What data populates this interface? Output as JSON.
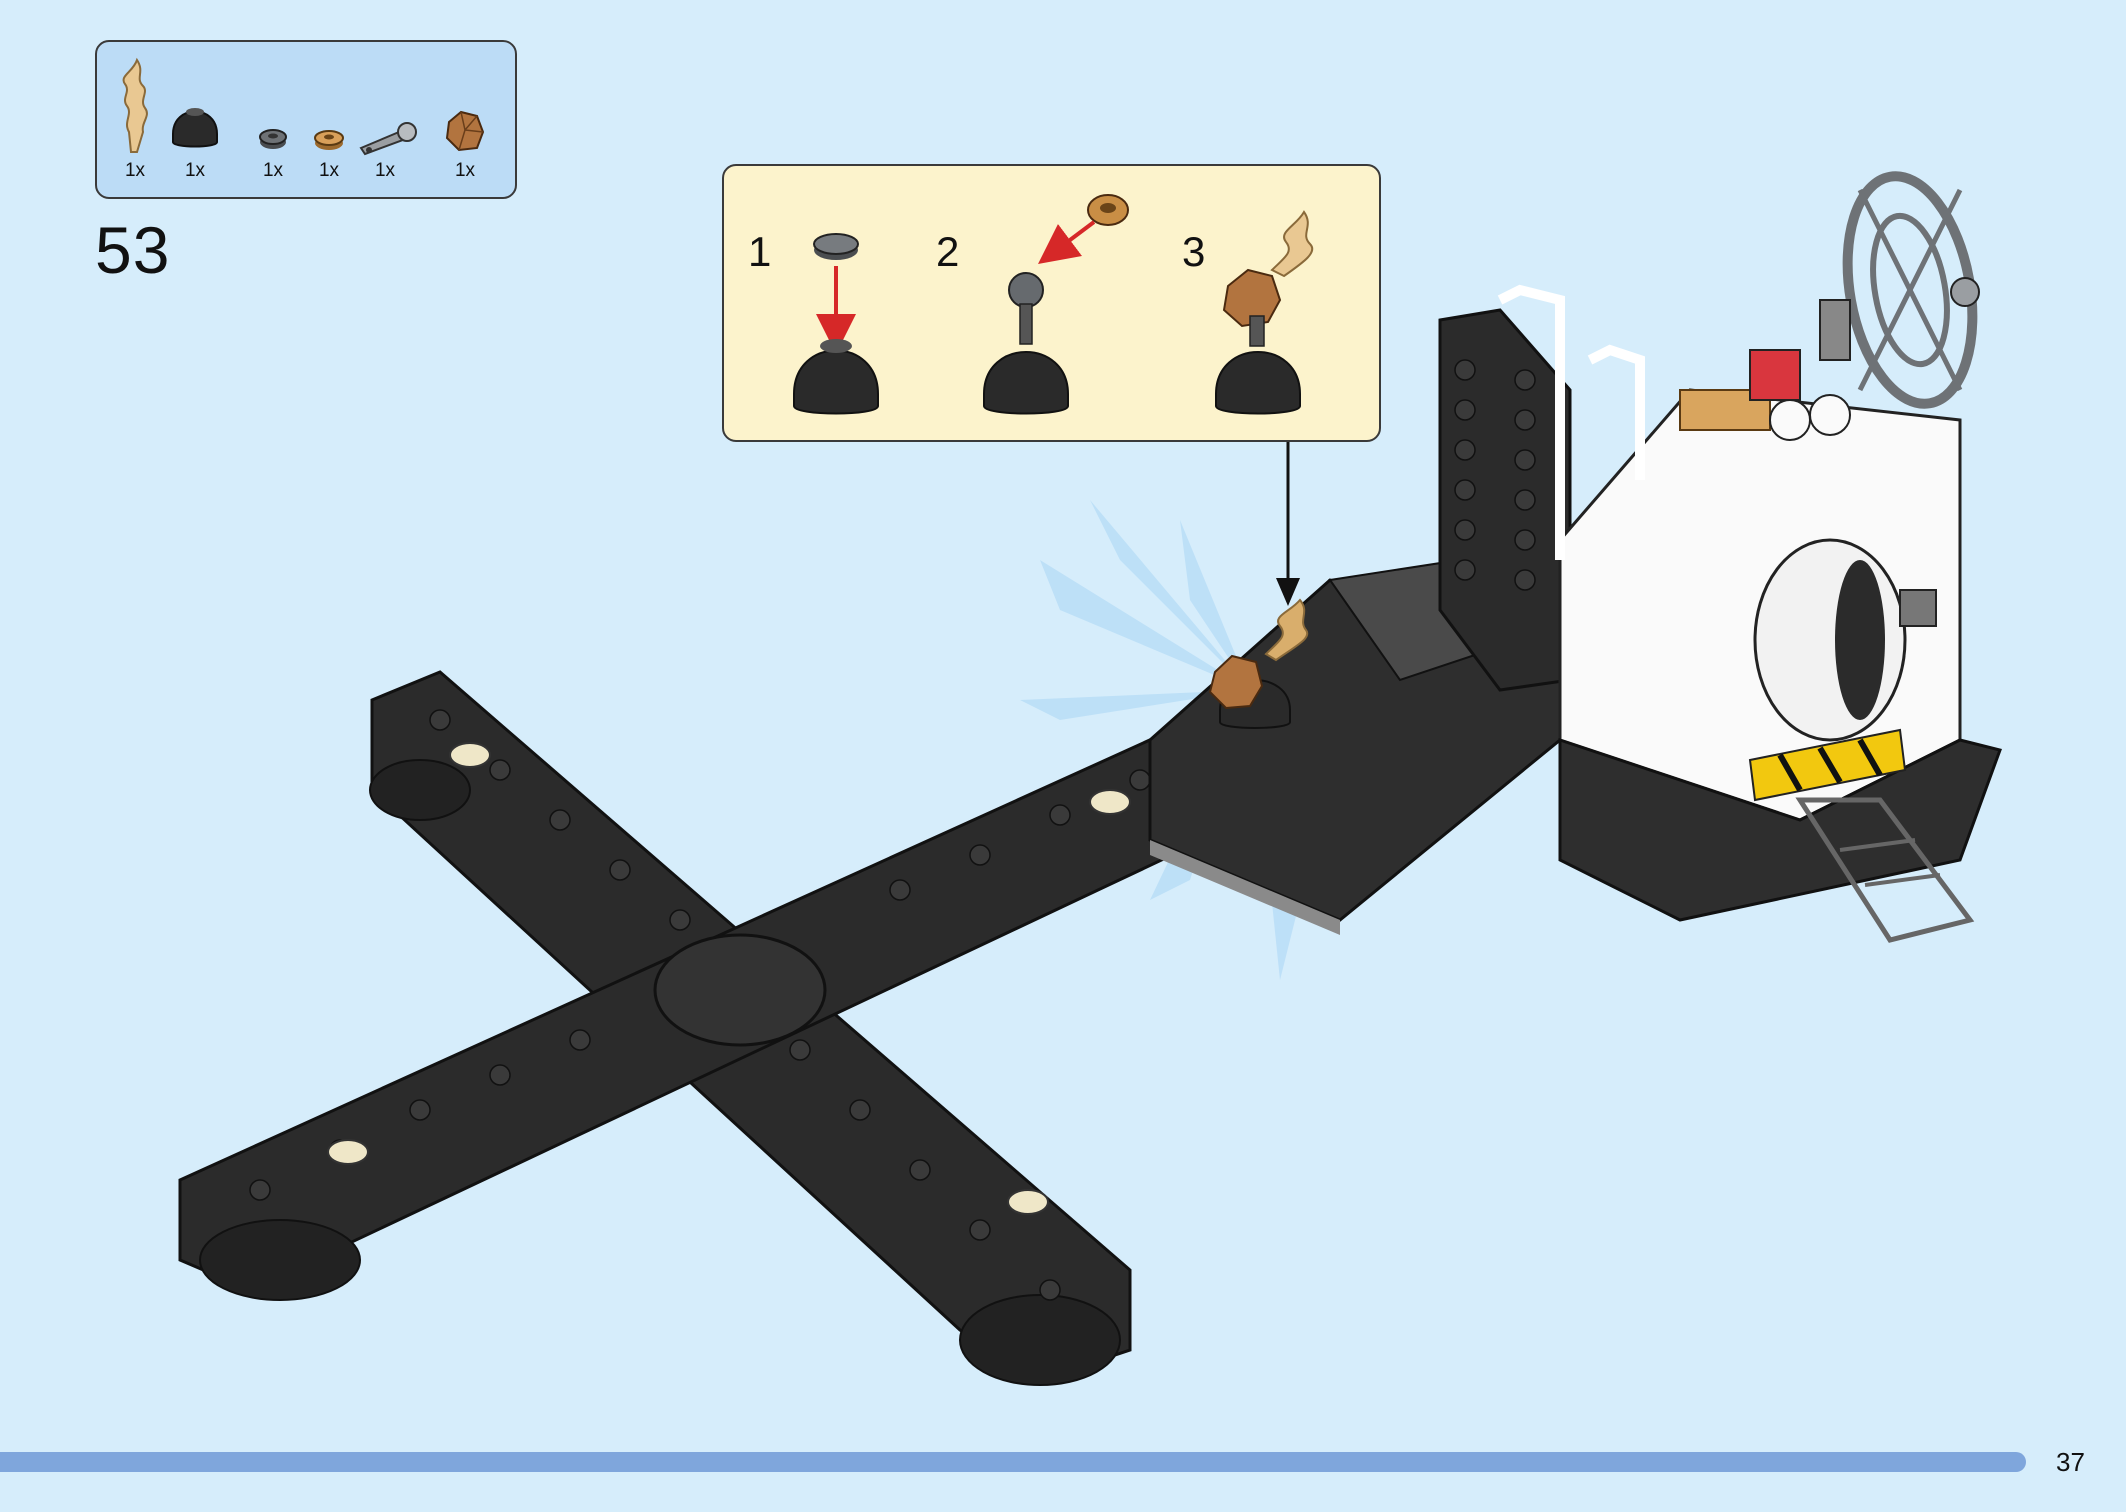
{
  "step": {
    "number": "53"
  },
  "parts_list": [
    {
      "name": "flame-piece",
      "qty": "1x",
      "color": "#e9c892"
    },
    {
      "name": "black-dome",
      "qty": "1x",
      "color": "#2a2a2a"
    },
    {
      "name": "small-round-plate",
      "qty": "1x",
      "color": "#5f6265"
    },
    {
      "name": "gold-round-plate",
      "qty": "1x",
      "color": "#c98e45"
    },
    {
      "name": "ball-joint-bar",
      "qty": "1x",
      "color": "#9a9ea2"
    },
    {
      "name": "rock-piece",
      "qty": "1x",
      "color": "#b2743f"
    }
  ],
  "substeps": [
    {
      "label": "1"
    },
    {
      "label": "2"
    },
    {
      "label": "3"
    }
  ],
  "page": {
    "number": "37"
  },
  "colors": {
    "background": "#d6edfb",
    "parts_box": "#bcdcf6",
    "callout_box": "#fcf3cc",
    "arrow_red": "#d62828",
    "page_bar": "#7fa6dc"
  }
}
